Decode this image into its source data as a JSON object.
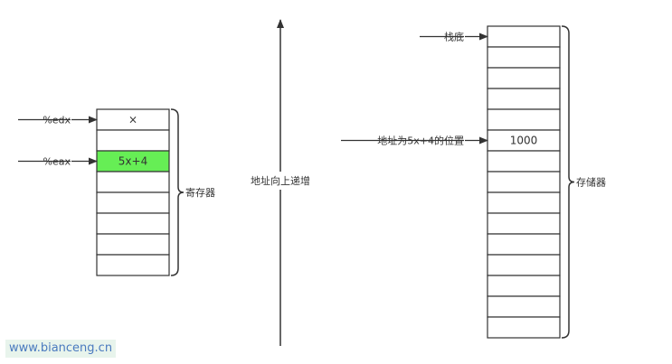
{
  "registers": {
    "cells": [
      "×",
      "",
      "5x+4",
      "",
      "",
      "",
      "",
      ""
    ],
    "highlight_index": 2,
    "highlight_color": "#66ee55",
    "pointers": [
      {
        "label": "%edx",
        "index": 0
      },
      {
        "label": "%eax",
        "index": 2
      }
    ],
    "brace_label": "寄存器"
  },
  "axis": {
    "label": "地址向上递增"
  },
  "memory": {
    "cells": [
      "",
      "",
      "",
      "",
      "",
      "1000",
      "",
      "",
      "",
      "",
      "",
      "",
      "",
      "",
      ""
    ],
    "pointers": [
      {
        "label": "栈底",
        "index": 0
      },
      {
        "label": "地址为5x+4的位置",
        "index": 5
      }
    ],
    "brace_label": "存储器"
  },
  "watermark": "www.bianceng.cn",
  "colors": {
    "line": "#333333",
    "text": "#333333"
  }
}
